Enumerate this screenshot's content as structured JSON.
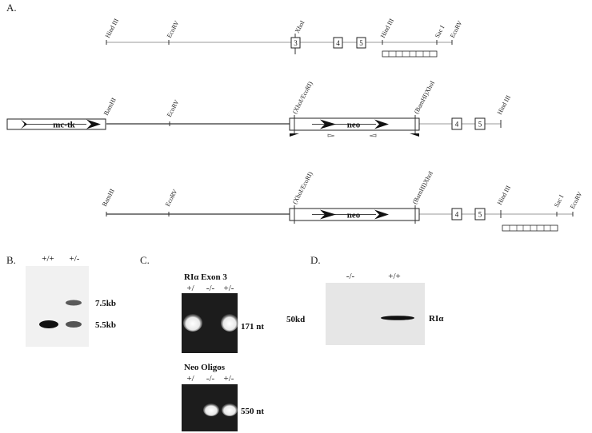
{
  "panels": {
    "a": "A.",
    "b": "B.",
    "c": "C.",
    "d": "D."
  },
  "map_wt": {
    "sites": [
      "Hind III",
      "EcoRV",
      "XhoI",
      "Hind III",
      "Sac I",
      "EcoRV"
    ],
    "exons": [
      "3",
      "4",
      "5"
    ]
  },
  "map_vector": {
    "sites": [
      "BamHI",
      "EcoRV",
      "(XhoI/EcoRI)",
      "(BamHI)XhoI",
      "Hind III"
    ],
    "cassettes": [
      "mc-tk",
      "neo"
    ],
    "exons": [
      "4",
      "5"
    ]
  },
  "map_targeted": {
    "sites": [
      "BamHI",
      "EcoRV",
      "(XhoI/EcoRI)",
      "(BamHI)XhoI",
      "Hind III",
      "Sac I",
      "EcoRV"
    ],
    "cassettes": [
      "neo"
    ],
    "exons": [
      "4",
      "5"
    ]
  },
  "southern": {
    "lanes": [
      "+/+",
      "+/-"
    ],
    "bands": [
      "7.5kb",
      "5.5kb"
    ]
  },
  "pcr_exon3": {
    "title": "RIα Exon 3",
    "lanes": [
      "+/",
      "-/-",
      "+/-"
    ],
    "size": "171 nt"
  },
  "pcr_neo": {
    "title": "Neo Oligos",
    "lanes": [
      "+/",
      "-/-",
      "+/-"
    ],
    "size": "550 nt"
  },
  "western": {
    "lanes": [
      "-/-",
      "+/+"
    ],
    "marker": "50kd",
    "band": "RIα"
  },
  "colors": {
    "line": "#333333",
    "gel_dark": "#1a1a1a",
    "blot_bg": "#e6e6e6"
  }
}
